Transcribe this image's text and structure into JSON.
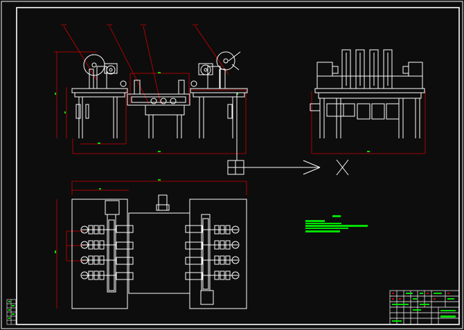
{
  "colors": {
    "background": "#0d0d0d",
    "outline": "#ffffff",
    "dimension": "#d40000",
    "annotation": "#00e000"
  },
  "drawing": {
    "views": [
      "front-elevation",
      "side-elevation",
      "plan-view",
      "section-symbol"
    ],
    "notes_block": {
      "line_count": 6
    },
    "title_block": {
      "rows": 6
    }
  }
}
